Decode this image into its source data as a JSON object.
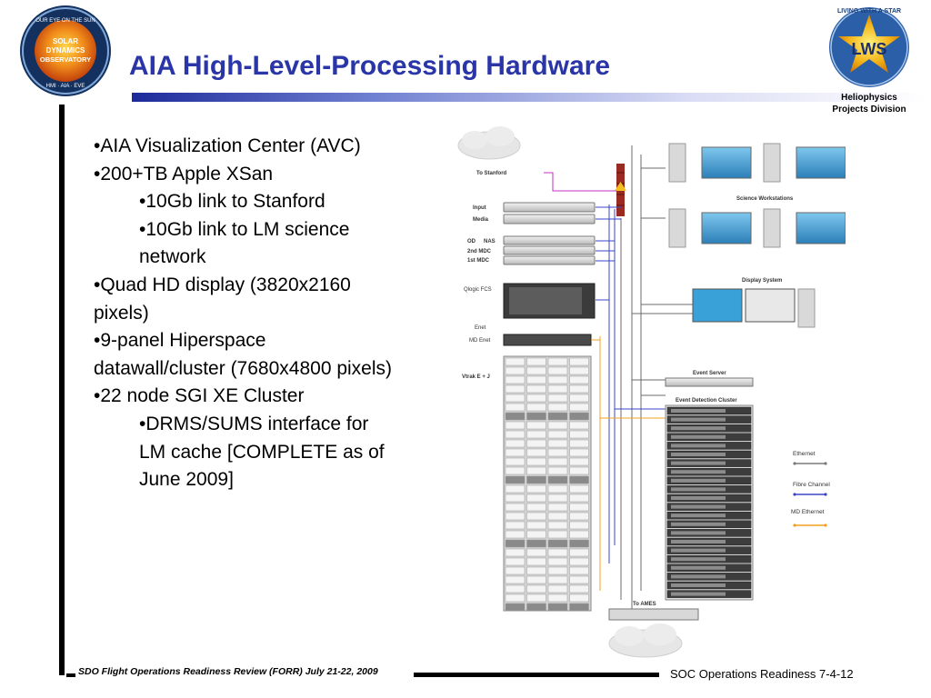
{
  "header": {
    "title": "AIA High-Level-Processing Hardware",
    "sdo_logo_text": [
      "OUR EYE ON THE SUN",
      "SOLAR",
      "DYNAMICS",
      "OBSERVATORY",
      "HMI · AIA · EVE"
    ],
    "lws_logo_text": [
      "LIVING WITH A STAR",
      "LWS"
    ],
    "lws_caption_line1": "Heliophysics",
    "lws_caption_line2": "Projects Division"
  },
  "bullets": [
    {
      "text": "•AIA Visualization Center (AVC)",
      "level": 0
    },
    {
      "text": "•200+TB Apple XSan",
      "level": 0
    },
    {
      "text": "•10Gb link to Stanford",
      "level": 1
    },
    {
      "text": "•10Gb link to LM science",
      "level": 1
    },
    {
      "text": "network",
      "level": 1
    },
    {
      "text": "•Quad HD display (3820x2160",
      "level": 0
    },
    {
      "text": "pixels)",
      "level": 0
    },
    {
      "text": "•9-panel Hiperspace",
      "level": 0
    },
    {
      "text": "datawall/cluster (7680x4800 pixels)",
      "level": 0
    },
    {
      "text": "•22 node SGI XE Cluster",
      "level": 0
    },
    {
      "text": "•DRMS/SUMS interface for",
      "level": 1
    },
    {
      "text": "LM cache [COMPLETE as of",
      "level": 1
    },
    {
      "text": "June 2009]",
      "level": 1
    }
  ],
  "diagram": {
    "labels": {
      "to_stanford": "To Stanford",
      "input": "Input",
      "media": "Media",
      "od": "OD",
      "nas": "NAS",
      "mdc2": "2nd MDC",
      "mdc1": "1st MDC",
      "qlogic": "Qlogic FCS",
      "enet": "Enet",
      "md_enet": "MD Enet",
      "vtrak": "Vtrak E + J",
      "science_workstations": "Science Workstations",
      "display_system": "Display System",
      "event_server": "Event Server",
      "event_detection_cluster": "Event Detection Cluster",
      "to_ames": "To AMES"
    },
    "legend": [
      {
        "label": "Ethernet",
        "color": "#7a7a7a"
      },
      {
        "label": "Fibre Channel",
        "color": "#3a45c8"
      },
      {
        "label": "MD Ethernet",
        "color": "#f0a020"
      }
    ],
    "colors": {
      "ethernet": "#6b6b6b",
      "fibre": "#3a45c8",
      "md_ethernet": "#f0a020",
      "stanford_link": "#c030c0"
    }
  },
  "footer": {
    "left": "SDO Flight Operations Readiness Review (FORR) July 21-22, 2009",
    "right": "SOC Operations Readiness 7-4-12"
  }
}
